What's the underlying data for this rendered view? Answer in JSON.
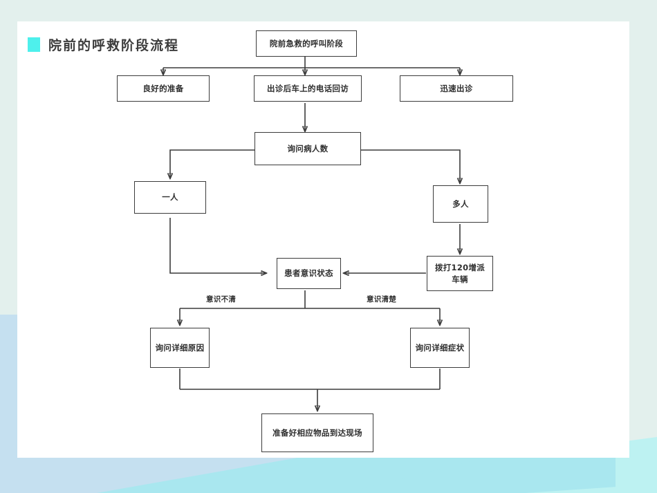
{
  "slide": {
    "title": "院前的呼救阶段流程",
    "bullet_color": "#4ef0ec",
    "background_color": "#e3f0ed",
    "card_color": "#ffffff",
    "line_color": "#3a3a3a",
    "deco_colors": {
      "pale_blue": "#c5e0f0",
      "cyan": "#a9e7ef",
      "light_cyan": "#bdf2f2",
      "mint": "#e3f0ed"
    }
  },
  "chart_data": {
    "type": "diagram",
    "title": "院前的呼救阶段流程",
    "nodes": [
      {
        "id": "n1",
        "label": "院前急救的呼叫阶段"
      },
      {
        "id": "n2",
        "label": "良好的准备"
      },
      {
        "id": "n3",
        "label": "出诊后车上的电话回访"
      },
      {
        "id": "n4",
        "label": "迅速出诊"
      },
      {
        "id": "n5",
        "label": "询问病人数"
      },
      {
        "id": "n6",
        "label": "一人"
      },
      {
        "id": "n7",
        "label": "多人"
      },
      {
        "id": "n8",
        "label": "拨打120增派\n车辆"
      },
      {
        "id": "n9",
        "label": "患者意识状态"
      },
      {
        "id": "n10",
        "label": "询问详细原因"
      },
      {
        "id": "n11",
        "label": "询问详细症状"
      },
      {
        "id": "n12",
        "label": "准备好相应物品到达现场"
      }
    ],
    "edges": [
      {
        "from": "n1",
        "to": "n2",
        "label": ""
      },
      {
        "from": "n1",
        "to": "n3",
        "label": ""
      },
      {
        "from": "n1",
        "to": "n4",
        "label": ""
      },
      {
        "from": "n3",
        "to": "n5",
        "label": ""
      },
      {
        "from": "n5",
        "to": "n6",
        "label": ""
      },
      {
        "from": "n5",
        "to": "n7",
        "label": ""
      },
      {
        "from": "n7",
        "to": "n8",
        "label": ""
      },
      {
        "from": "n8",
        "to": "n9",
        "label": ""
      },
      {
        "from": "n6",
        "to": "n9",
        "label": ""
      },
      {
        "from": "n9",
        "to": "n10",
        "label": "意识不清"
      },
      {
        "from": "n9",
        "to": "n11",
        "label": "意识清楚"
      },
      {
        "from": "n10",
        "to": "n12",
        "label": ""
      },
      {
        "from": "n11",
        "to": "n12",
        "label": ""
      }
    ],
    "edge_labels": {
      "unclear": "意识不清",
      "clear": "意识清楚"
    }
  }
}
